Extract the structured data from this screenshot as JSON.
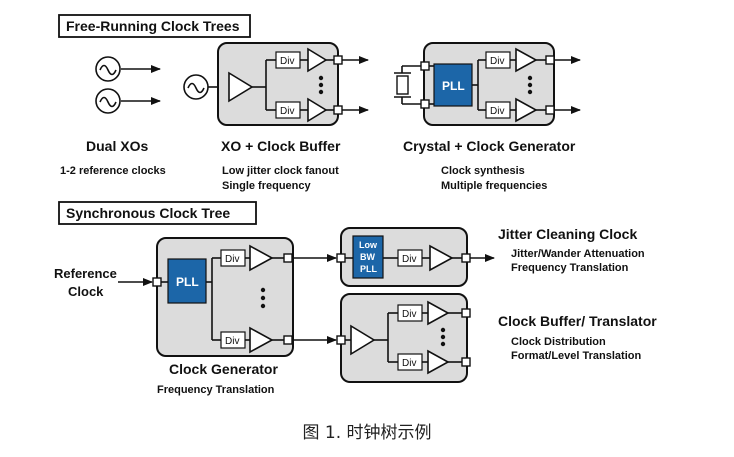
{
  "sections": {
    "free_running": "Free-Running Clock Trees",
    "synchronous": "Synchronous Clock Tree"
  },
  "blocks": {
    "dual_xos": {
      "title": "Dual XOs",
      "desc1": "1-2 reference clocks"
    },
    "xo_buffer": {
      "title": "XO + Clock Buffer",
      "desc1": "Low jitter clock fanout",
      "desc2": "Single frequency"
    },
    "crystal_gen": {
      "title": "Crystal + Clock Generator",
      "desc1": "Clock synthesis",
      "desc2": "Multiple frequencies"
    },
    "clock_gen": {
      "title": "Clock Generator",
      "desc1": "Frequency Translation"
    },
    "jitter_clean": {
      "title": "Jitter Cleaning Clock",
      "desc1": "Jitter/Wander Attenuation",
      "desc2": "Frequency Translation"
    },
    "buffer_translator": {
      "title": "Clock Buffer/ Translator",
      "desc1": "Clock Distribution",
      "desc2": "Format/Level Translation"
    },
    "reference": {
      "line1": "Reference",
      "line2": "Clock"
    }
  },
  "labels": {
    "div": "Div",
    "pll": "PLL",
    "lowbw1": "Low",
    "lowbw2": "BW",
    "lowbw3": "PLL"
  },
  "caption": "图 1. 时钟树示例",
  "colors": {
    "pll_fill": "#1c66a8",
    "block_fill": "#dcdcdc",
    "stroke": "#111111"
  }
}
